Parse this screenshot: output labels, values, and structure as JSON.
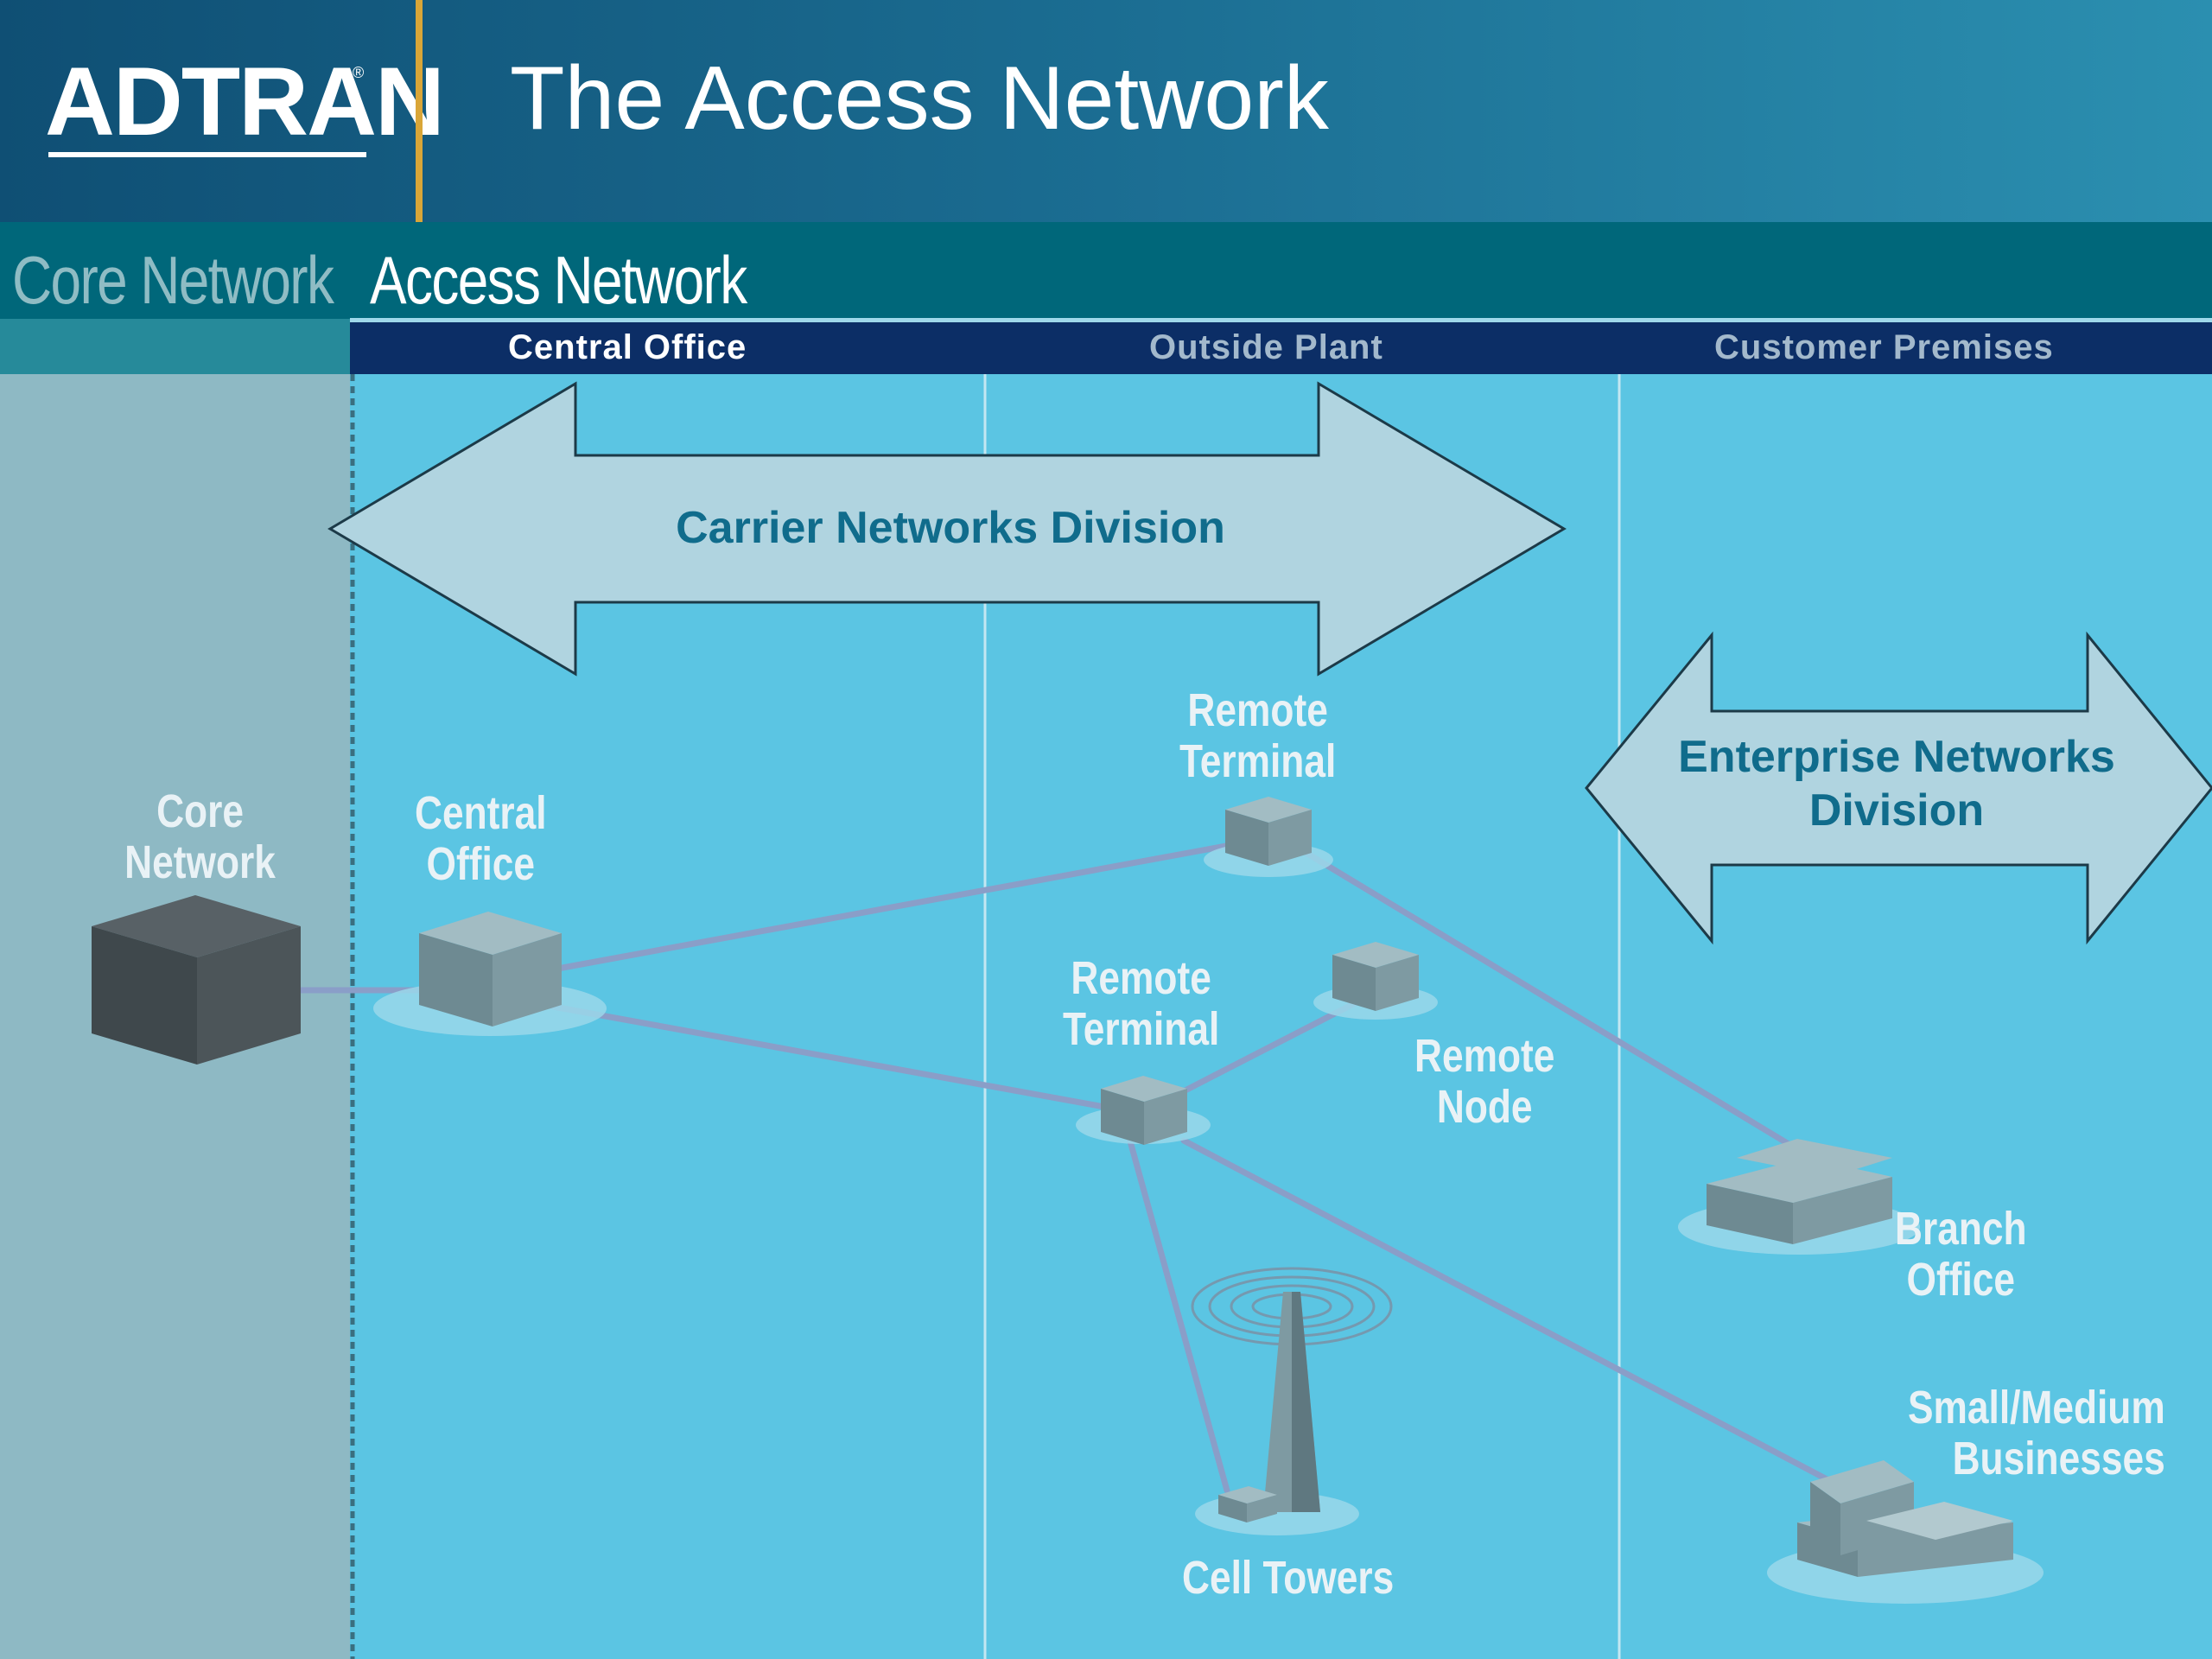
{
  "header": {
    "logo_text": "ADTRAN",
    "title": "The Access Network"
  },
  "band": {
    "core_label": "Core Network",
    "access_label": "Access Network"
  },
  "zones": [
    {
      "label": "Central Office"
    },
    {
      "label": "Outside Plant"
    },
    {
      "label": "Customer Premises"
    }
  ],
  "divisions": {
    "carrier": "Carrier Networks Division",
    "enterprise_line1": "Enterprise Networks",
    "enterprise_line2": "Division"
  },
  "nodes": {
    "core_network": {
      "line1": "Core",
      "line2": "Network"
    },
    "central_office": {
      "line1": "Central",
      "line2": "Office"
    },
    "remote_terminal_top": {
      "line1": "Remote",
      "line2": "Terminal"
    },
    "remote_terminal_mid": {
      "line1": "Remote",
      "line2": "Terminal"
    },
    "remote_node": {
      "line1": "Remote",
      "line2": "Node"
    },
    "branch_office": {
      "line1": "Branch",
      "line2": "Office"
    },
    "smb": {
      "line1": "Small/Medium",
      "line2": "Businesses"
    },
    "cell_towers": {
      "line1": "Cell Towers"
    }
  },
  "colors": {
    "header_dark": "#0f4f74",
    "header_light": "#2b8fb0",
    "divider_gold": "#d9a638",
    "band_teal": "#00677a",
    "zone_bar_navy": "#0c2e66",
    "access_bg": "#5bc5e3",
    "core_bg": "#8eb9c4",
    "arrow_fill": "#b0d4e0",
    "arrow_text": "#106c8c",
    "link_line": "#8a9ec8",
    "node_box": "#6f8d95"
  }
}
